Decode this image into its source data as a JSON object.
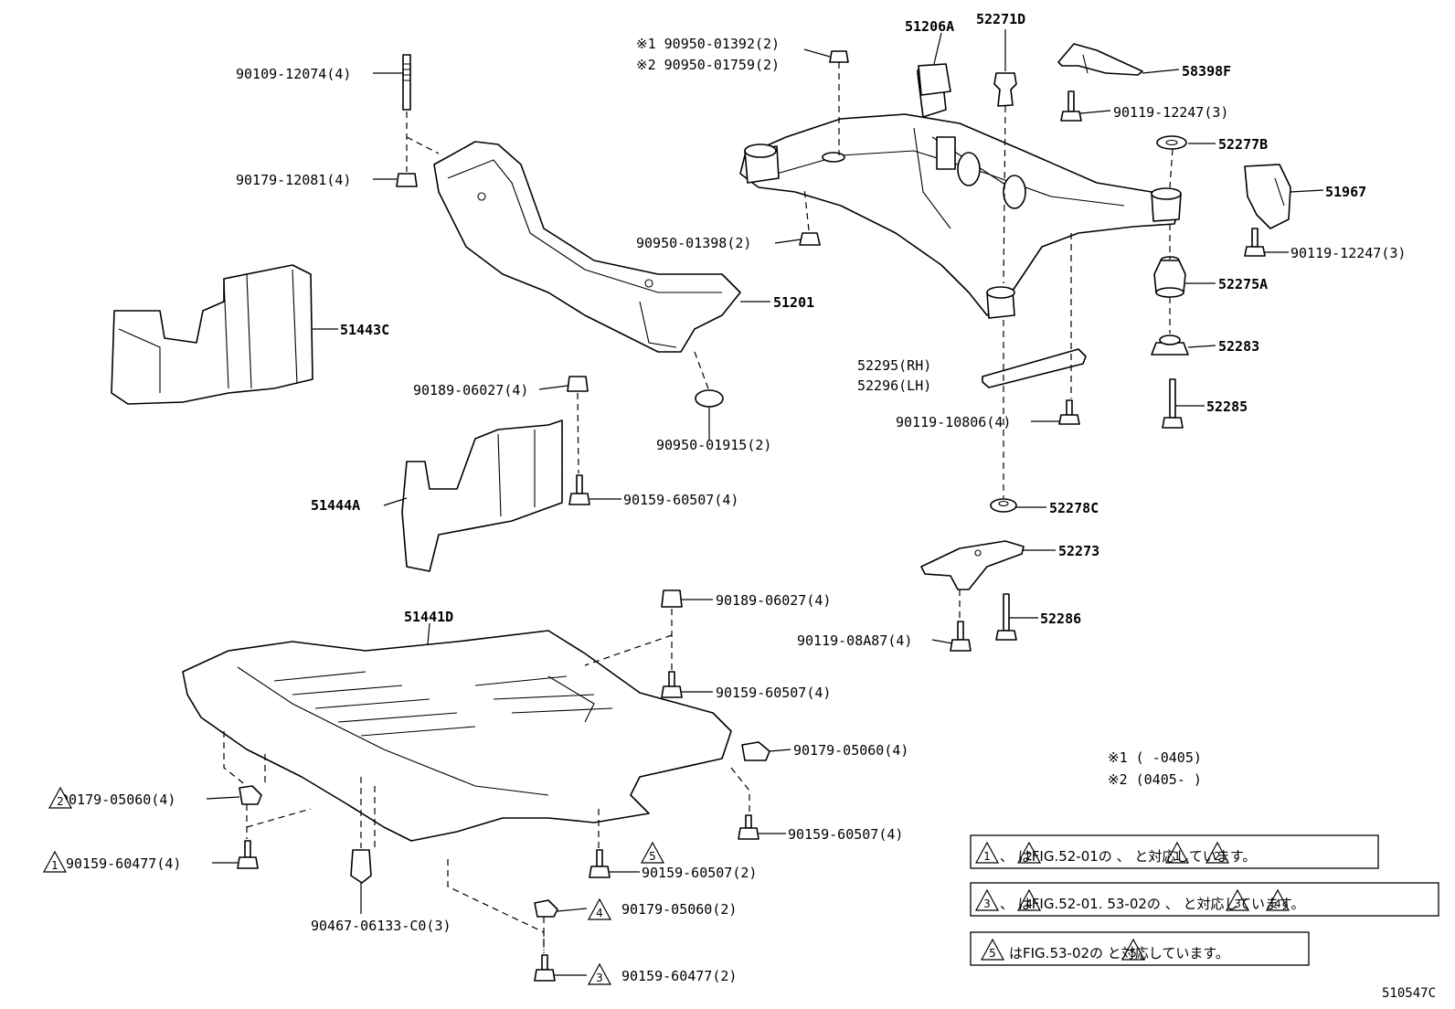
{
  "parts": {
    "p51206A": "51206A",
    "p52271D": "52271D",
    "p58398F": "58398F",
    "p90119_12247_a": "90119-12247(3)",
    "p52277B": "52277B",
    "p51967": "51967",
    "p90119_12247_b": "90119-12247(3)",
    "p52275A": "52275A",
    "p52283": "52283",
    "p52285": "52285",
    "p52295": "52295(RH)",
    "p52296": "52296(LH)",
    "p90119_10806": "90119-10806(4)",
    "p52278C": "52278C",
    "p52273": "52273",
    "p52286": "52286",
    "p90119_08A87": "90119-08A87(4)",
    "p90950_01392": "※1 90950-01392(2)",
    "p90950_01759": "※2 90950-01759(2)",
    "p90950_01398": "90950-01398(2)",
    "p51201": "51201",
    "p90950_01915": "90950-01915(2)",
    "p90109_12074": "90109-12074(4)",
    "p90179_12081": "90179-12081(4)",
    "p51443C": "51443C",
    "p90189_06027_a": "90189-06027(4)",
    "p90159_60507_a": "90159-60507(4)",
    "p51444A": "51444A",
    "p51441D": "51441D",
    "p90189_06027_b": "90189-06027(4)",
    "p90159_60507_b": "90159-60507(4)",
    "p90179_05060_a": "90179-05060(4)",
    "p90159_60507_c": "90159-60507(4)",
    "p90179_05060_b": "90179-05060(4)",
    "p90159_60477_a": "90159-60477(4)",
    "p90467_06133": "90467-06133-C0(3)",
    "p90159_60507_d": "90159-60507(2)",
    "p90179_05060_c": "90179-05060(2)",
    "p90159_60477_b": "90159-60477(2)"
  },
  "markers": {
    "m1": "1",
    "m2": "2",
    "m3": "3",
    "m4": "4",
    "m5": "5"
  },
  "legend": {
    "l1": "※1 (      -0405)",
    "l2": "※2 (0405-      )"
  },
  "notes": {
    "n1_text": "、     はFIG.52-01の     、     と対応しています。",
    "n2_text": "、     はFIG.52-01. 53-02の     、     と対応しています。",
    "n3_text": "はFIG.53-02の     と対応しています。"
  },
  "diagram_code": "510547C"
}
